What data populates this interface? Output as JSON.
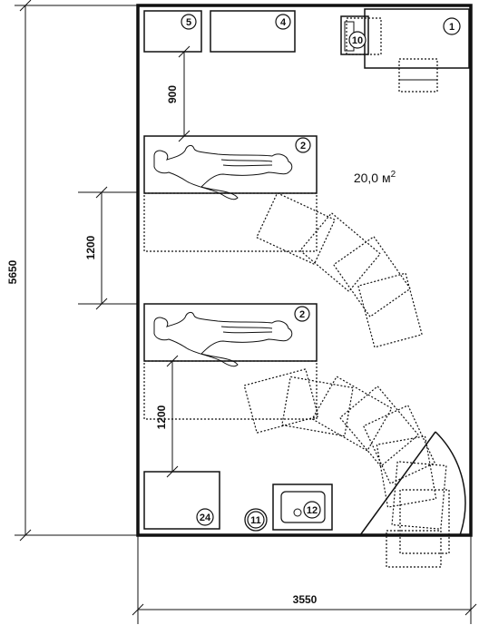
{
  "room": {
    "area_value": "20,0 м",
    "area_sup": "2",
    "width_dim": "3550",
    "height_dim": "5650"
  },
  "dimensions": {
    "bed_gap_top": "900",
    "bed_gap_mid": "1200",
    "bed_gap_bottom": "1200"
  },
  "markers": {
    "desk": "1",
    "bed_top": "2",
    "bed_bottom": "2",
    "cabinet_top": "4",
    "nightstand": "5",
    "chair": "10",
    "bin": "11",
    "sink": "12",
    "cabinet_bottom": "24"
  }
}
